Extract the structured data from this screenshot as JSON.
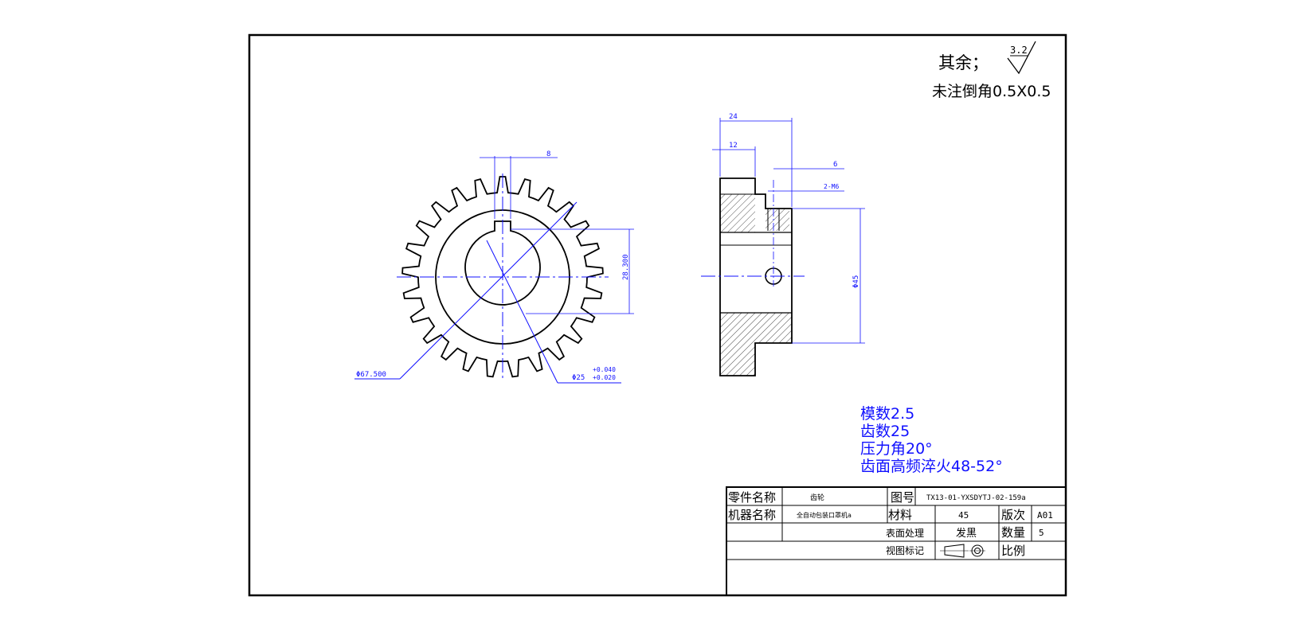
{
  "colors": {
    "outline": "#000000",
    "dimension": "#1010ff",
    "background": "#ffffff"
  },
  "notes": {
    "roughness_label": "其余；",
    "roughness_value": "3.2",
    "chamfer_note": "未注倒角0.5X0.5"
  },
  "gear_specs": {
    "module": "模数2.5",
    "teeth": "齿数25",
    "pressure_angle": "压力角20°",
    "treatment": "齿面高频淬火48-52°"
  },
  "front_view": {
    "outer_diameter": "Φ67.500",
    "keyway_width": "8",
    "keyway_depth": "28.300",
    "bore_diameter": "Φ25",
    "bore_tol_upper": "+0.040",
    "bore_tol_lower": "+0.020"
  },
  "side_view": {
    "total_width": "24",
    "gear_width": "12",
    "hole_offset": "6",
    "thread": "2-M6",
    "hub_diameter": "Φ45"
  },
  "title_block": {
    "part_name_label": "零件名称",
    "part_name": "齿轮",
    "drawing_no_label": "图号",
    "drawing_no": "TX13-01-YXSDYTJ-02-159a",
    "machine_label": "机器名称",
    "machine": "全自动包装口罩机a",
    "material_label": "材料",
    "material": "45",
    "revision_label": "版次",
    "revision": "A01",
    "surface_label": "表面处理",
    "surface": "发黑",
    "quantity_label": "数量",
    "quantity": "5",
    "view_mark_label": "视图标记",
    "scale_label": "比例"
  }
}
